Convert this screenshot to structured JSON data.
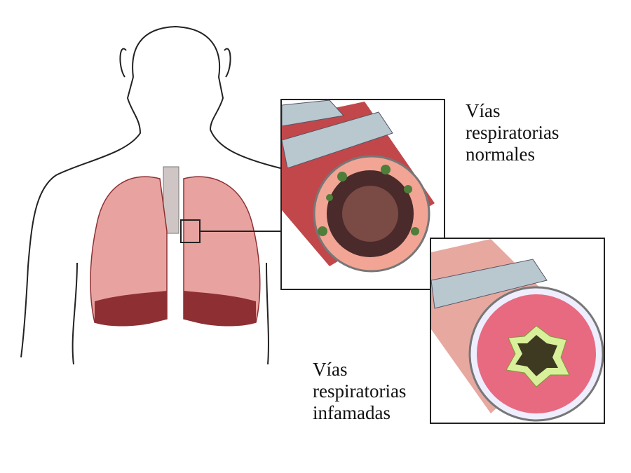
{
  "labels": {
    "normal": {
      "line1": "Vías",
      "line2": "respiratorias",
      "line3": "normales"
    },
    "inflamed": {
      "line1": "Vías",
      "line2": "respiratorias",
      "line3": "infamadas"
    }
  },
  "colors": {
    "lung": "#e8a3a0",
    "lung_dark": "#8e2f33",
    "airway_wall": "#f2a594",
    "mucus": "#4f7d3a",
    "inflamed_lining": "#d9f09a",
    "cartilage": "#b9c7cf"
  }
}
